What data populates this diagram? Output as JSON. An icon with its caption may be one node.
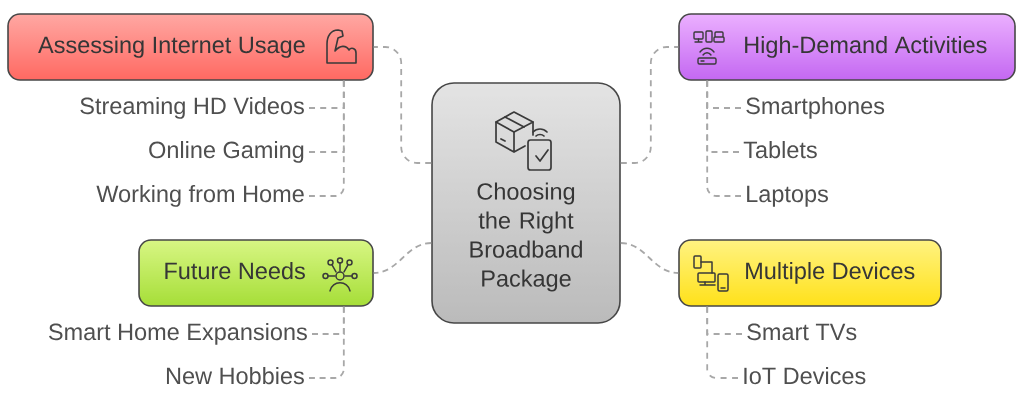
{
  "diagram": {
    "nodes": [
      {
        "text": [
          "Choosing the Right Broadband Package"
        ]
      },
      {
        "text": [
          "Assessing Internet Usage"
        ]
      },
      {
        "text": [
          "Streaming HD Videos"
        ]
      },
      {
        "text": [
          "Online Gaming"
        ]
      },
      {
        "text": [
          "Working from Home"
        ]
      },
      {
        "text": [
          "High-Demand Activities"
        ]
      },
      {
        "text": [
          "Smartphones"
        ]
      },
      {
        "text": [
          "Tablets"
        ]
      },
      {
        "text": [
          "Laptops"
        ]
      },
      {
        "text": [
          "Future Needs"
        ]
      },
      {
        "text": [
          "Smart Home Expansions"
        ]
      },
      {
        "text": [
          "New Hobbies"
        ]
      },
      {
        "text": [
          "Multiple Devices"
        ]
      },
      {
        "text": [
          "Smart TVs"
        ]
      },
      {
        "text": [
          "IoT Devices"
        ]
      }
    ],
    "edges": [
      {
        "from": 0,
        "to": 1,
        "arrow": "none",
        "style": "dashed"
      },
      {
        "from": 0,
        "to": 5,
        "arrow": "none",
        "style": "dashed"
      },
      {
        "from": 0,
        "to": 9,
        "arrow": "none",
        "style": "dashed"
      },
      {
        "from": 0,
        "to": 12,
        "arrow": "none",
        "style": "dashed"
      },
      {
        "from": 1,
        "to": 2,
        "arrow": "none",
        "style": "dashed"
      },
      {
        "from": 1,
        "to": 3,
        "arrow": "none",
        "style": "dashed"
      },
      {
        "from": 1,
        "to": 4,
        "arrow": "none",
        "style": "dashed"
      },
      {
        "from": 5,
        "to": 6,
        "arrow": "none",
        "style": "dashed"
      },
      {
        "from": 5,
        "to": 7,
        "arrow": "none",
        "style": "dashed"
      },
      {
        "from": 5,
        "to": 8,
        "arrow": "none",
        "style": "dashed"
      },
      {
        "from": 9,
        "to": 10,
        "arrow": "none",
        "style": "dashed"
      },
      {
        "from": 9,
        "to": 11,
        "arrow": "none",
        "style": "dashed"
      },
      {
        "from": 12,
        "to": 13,
        "arrow": "none",
        "style": "dashed"
      },
      {
        "from": 12,
        "to": 14,
        "arrow": "none",
        "style": "dashed"
      }
    ]
  }
}
